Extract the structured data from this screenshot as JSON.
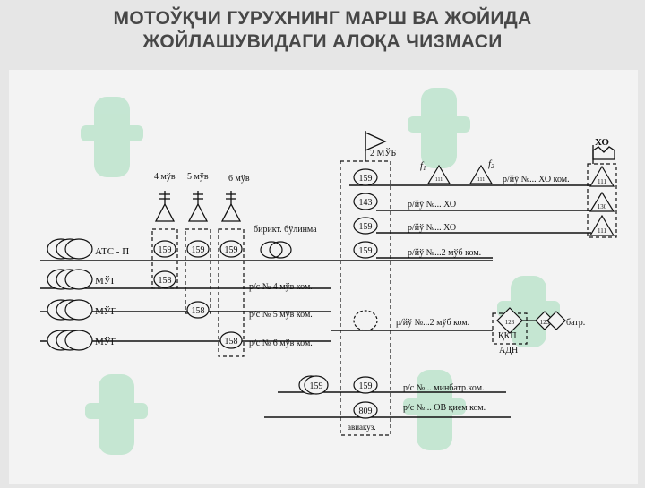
{
  "title": {
    "line1": "МОТОЎҚЧИ ГУРУХНИНГ МАРШ ВА ЖОЙИДА",
    "line2": "ЖОЙЛАШУВИДАГИ АЛОҚА ЧИЗМАСИ"
  },
  "diagram": {
    "column_headers": {
      "c4": "4 мўв",
      "c5": "5 мўв",
      "c6": "6 мўв"
    },
    "node_labels": {
      "ats": "АТС - П",
      "mug1": "МЎГ",
      "mug2": "МЎГ",
      "mug3": "МЎГ"
    },
    "numbers": {
      "n159_c4": "159",
      "n159_c5": "159",
      "n159_c6": "159",
      "n158_c4": "158",
      "n158_c5": "158",
      "n158_c6": "158",
      "hq_1": "159",
      "hq_2": "143",
      "hq_3": "159",
      "hq_4": "159",
      "hq_5": "159",
      "hq_6": "809",
      "left_159": "159",
      "tri_f1": "111",
      "tri_f2": "111",
      "tri_r1": "111",
      "tri_r2": "130",
      "tri_r3": "111",
      "dia_1": "123",
      "dia_2": "123",
      "dia_3": ""
    },
    "line_labels": {
      "birikt": "бирикт. бўлинма",
      "rs4": "р/с №   4 мўв ком.",
      "rs5": "р/с №   5 мўв ком.",
      "rs6": "р/с №   6 мўв ком.",
      "r1": "р/йў №... ХО ком.",
      "r2": "р/йў №... ХО",
      "r3": "р/йў №... ХО",
      "r4": "р/йў №...2 мўб ком.",
      "r5": "р/йў №...2 мўб ком.",
      "batr": "батр.",
      "rs_minbatr": "р/с №... минбатр.ком.",
      "rs_ov": "р/с №... ОВ қием ком.",
      "aviakuz": "авиакуз.",
      "flag_2mub": "2 МЎБ",
      "flag_xo": "ХО",
      "f1": "f",
      "f1_sub": "1",
      "f2": "f",
      "f2_sub": "2",
      "kkp": "ҚКП",
      "adn": "АДН"
    }
  }
}
